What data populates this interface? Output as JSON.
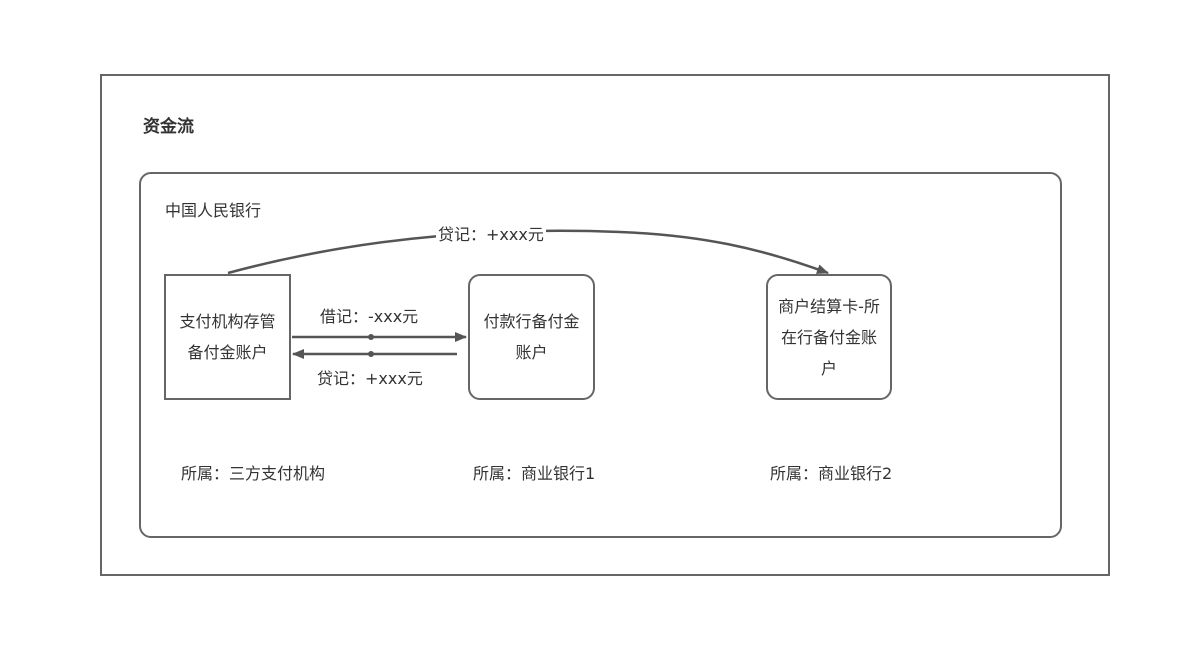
{
  "section_title": "资金流",
  "container": {
    "label": "中国人民银行"
  },
  "nodes": {
    "payment_institution": "支付机构存管备付金账户",
    "payer_bank": "付款行备付金账户",
    "merchant_bank": "商户结算卡-所在行备付金账户"
  },
  "edges": {
    "to_merchant": "贷记：+xxx元",
    "debit": "借记：-xxx元",
    "credit_back": "贷记：+xxx元"
  },
  "owners": {
    "payment_institution": "所属：三方支付机构",
    "payer_bank": "所属：商业银行1",
    "merchant_bank": "所属：商业银行2"
  },
  "colors": {
    "stroke": "#666666",
    "text": "#333333",
    "background": "#ffffff"
  }
}
